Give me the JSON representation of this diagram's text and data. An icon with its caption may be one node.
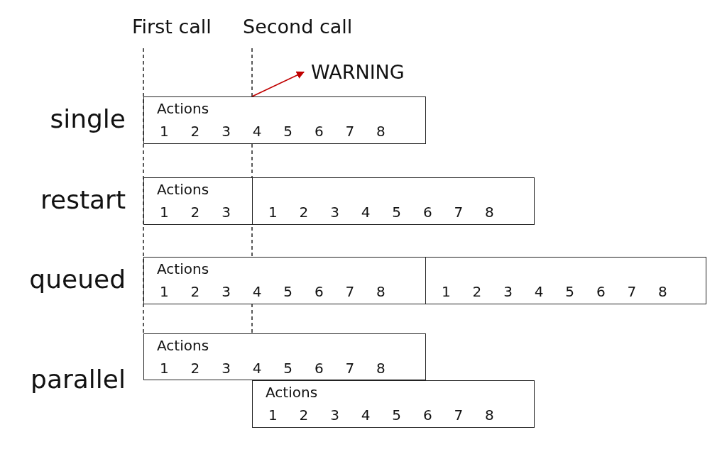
{
  "diagram": {
    "nodes": [
      {
        "text": [
          "Actions",
          "1 2 3 4 5 6 7 8"
        ]
      },
      {
        "text": [
          "Actions",
          "1 2 3"
        ]
      },
      {
        "text": [
          "1 2 3 4 5 6 7 8"
        ]
      },
      {
        "text": [
          "Actions",
          "1 2 3 4 5 6 7 8"
        ]
      },
      {
        "text": [
          "1 2 3 4 5 6 7 8"
        ]
      },
      {
        "text": [
          "Actions",
          "1 2 3 4 5 6 7 8"
        ]
      },
      {
        "text": [
          "Actions",
          "1 2 3 4 5 6 7 8"
        ]
      },
      {
        "text": [
          "WARNING"
        ]
      }
    ],
    "edges": [
      {
        "from": 0,
        "to": 7,
        "arrow": "to",
        "color": "#c00000"
      }
    ],
    "labels": [
      "First call",
      "Second call",
      "single",
      "restart",
      "queued",
      "parallel"
    ]
  }
}
